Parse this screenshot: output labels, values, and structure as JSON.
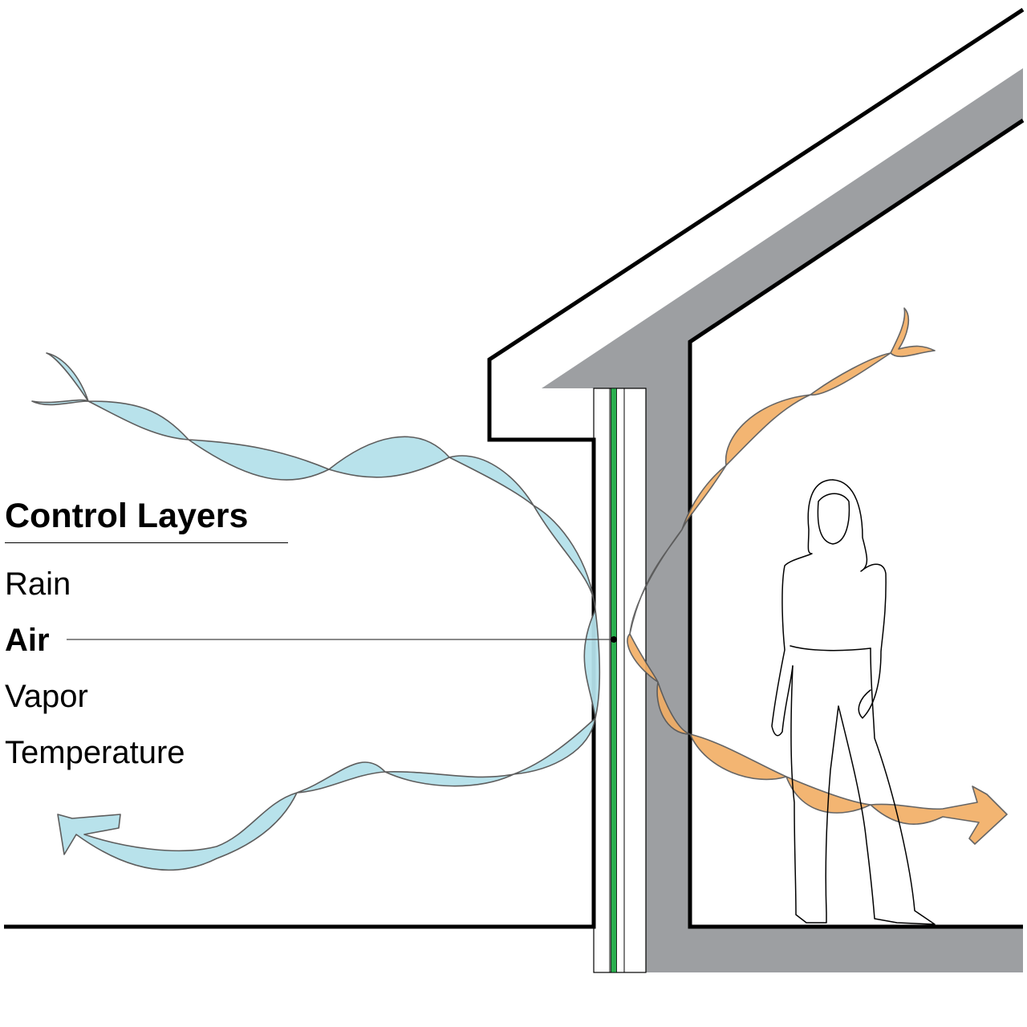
{
  "legend": {
    "title": "Control Layers",
    "items": [
      {
        "label": "Rain",
        "highlighted": false
      },
      {
        "label": "Air",
        "highlighted": true
      },
      {
        "label": "Vapor",
        "highlighted": false
      },
      {
        "label": "Temperature",
        "highlighted": false
      }
    ]
  },
  "colors": {
    "outside_air_flow": "#b5e1ea",
    "inside_air_flow": "#f2ad63",
    "air_barrier": "#2bb04f",
    "structure": "#9d9fa2",
    "outline": "#000000"
  }
}
